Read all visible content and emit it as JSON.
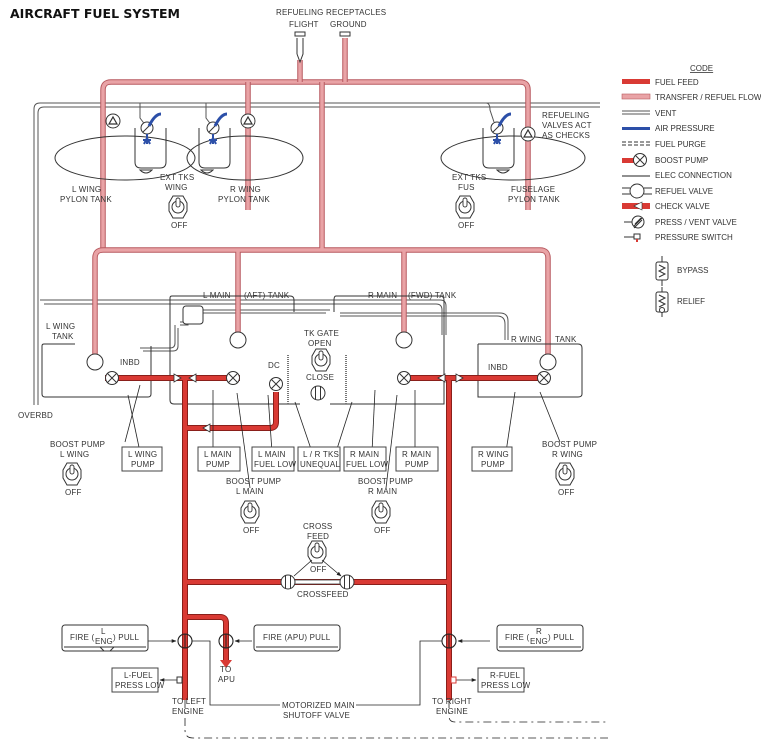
{
  "title": "AIRCRAFT  FUEL SYSTEM",
  "colors": {
    "fuel_feed": "#d93a34",
    "transfer": "#e9a3a6",
    "transfer_edge": "#b85a60",
    "vent": "#555555",
    "air_pressure": "#2c4fa8",
    "line": "#222222"
  },
  "refueling": {
    "header": "REFUELING RECEPTACLES",
    "flight": "FLIGHT",
    "ground": "GROUND",
    "valves_note": [
      "REFUELING",
      "VALVES ACT",
      "AS CHECKS"
    ]
  },
  "tanks": {
    "l_wing_pylon": [
      "L WING",
      "PYLON TANK"
    ],
    "r_wing_pylon": [
      "R WING",
      "PYLON TANK"
    ],
    "fuselage_pylon": [
      "FUSELAGE",
      "PYLON TANK"
    ],
    "l_wing": [
      "L WING",
      "TANK"
    ],
    "r_wing": [
      "R WING",
      "TANK"
    ],
    "l_main": [
      "L MAIN",
      "(AFT) TANK"
    ],
    "r_main": [
      "R MAIN",
      "(FWD) TANK"
    ],
    "inbd_left": "INBD",
    "inbd_right": "INBD",
    "overbd": "OVERBD",
    "dc": "DC"
  },
  "switches": {
    "ext_tks_wing": {
      "label": [
        "EXT TKS",
        "WING"
      ],
      "state": "OFF"
    },
    "ext_tks_fus": {
      "label": [
        "EXT TKS",
        "FUS"
      ],
      "state": "OFF"
    },
    "boost_l_wing": {
      "label": [
        "BOOST PUMP",
        "L WING"
      ],
      "state": "OFF"
    },
    "boost_r_wing": {
      "label": [
        "BOOST PUMP",
        "R WING"
      ],
      "state": "OFF"
    },
    "boost_l_main": {
      "label": [
        "BOOST PUMP",
        "L MAIN"
      ],
      "state": "OFF"
    },
    "boost_r_main": {
      "label": [
        "BOOST PUMP",
        "R MAIN"
      ],
      "state": "OFF"
    },
    "tk_gate": {
      "label": [
        "TK GATE",
        "OPEN"
      ],
      "state": "CLOSE"
    },
    "crossfeed": {
      "label": [
        "CROSS",
        "FEED"
      ],
      "state": "OFF"
    }
  },
  "annunciators": {
    "l_wing_pump": [
      "L WING",
      "PUMP"
    ],
    "l_main_pump": [
      "L MAIN",
      "PUMP"
    ],
    "l_main_fuel_low": [
      "L MAIN",
      "FUEL LOW"
    ],
    "lr_tks_unequal": [
      "L / R TKS",
      "UNEQUAL"
    ],
    "r_main_fuel_low": [
      "R MAIN",
      "FUEL LOW"
    ],
    "r_main_pump": [
      "R MAIN",
      "PUMP"
    ],
    "r_wing_pump": [
      "R WING",
      "PUMP"
    ],
    "l_fuel_press_low": [
      "L-FUEL",
      "PRESS LOW"
    ],
    "r_fuel_press_low": [
      "R-FUEL",
      "PRESS LOW"
    ]
  },
  "fire_handles": {
    "left": {
      "prefix": "FIRE (",
      "top": "L",
      "bottom": "ENG",
      "suffix": ") PULL"
    },
    "apu": "FIRE (APU) PULL",
    "right": {
      "prefix": "FIRE (",
      "top": "R",
      "bottom": "ENG",
      "suffix": ") PULL"
    }
  },
  "outlets": {
    "crossfeed": "CROSSFEED",
    "to_apu": [
      "TO",
      "APU"
    ],
    "to_left_engine": [
      "TO LEFT",
      "ENGINE"
    ],
    "to_right_engine": [
      "TO RIGHT",
      "ENGINE"
    ],
    "motorized_valve": [
      "MOTORIZED MAIN",
      "SHUTOFF VALVE"
    ]
  },
  "legend": {
    "title": "CODE",
    "items": [
      {
        "key": "fuel-feed",
        "label": "FUEL FEED"
      },
      {
        "key": "transfer",
        "label": "TRANSFER / REFUEL FLOW"
      },
      {
        "key": "vent",
        "label": "VENT"
      },
      {
        "key": "air-pressure",
        "label": "AIR PRESSURE"
      },
      {
        "key": "fuel-purge",
        "label": "FUEL PURGE"
      },
      {
        "key": "boost-pump",
        "label": "BOOST PUMP"
      },
      {
        "key": "elec-connection",
        "label": "ELEC CONNECTION"
      },
      {
        "key": "refuel-valve",
        "label": "REFUEL VALVE"
      },
      {
        "key": "check-valve",
        "label": "CHECK VALVE"
      },
      {
        "key": "press-vent-valve",
        "label": "PRESS / VENT VALVE"
      },
      {
        "key": "pressure-switch",
        "label": "PRESSURE SWITCH"
      },
      {
        "key": "bypass",
        "label": "BYPASS"
      },
      {
        "key": "relief",
        "label": "RELIEF"
      }
    ]
  }
}
